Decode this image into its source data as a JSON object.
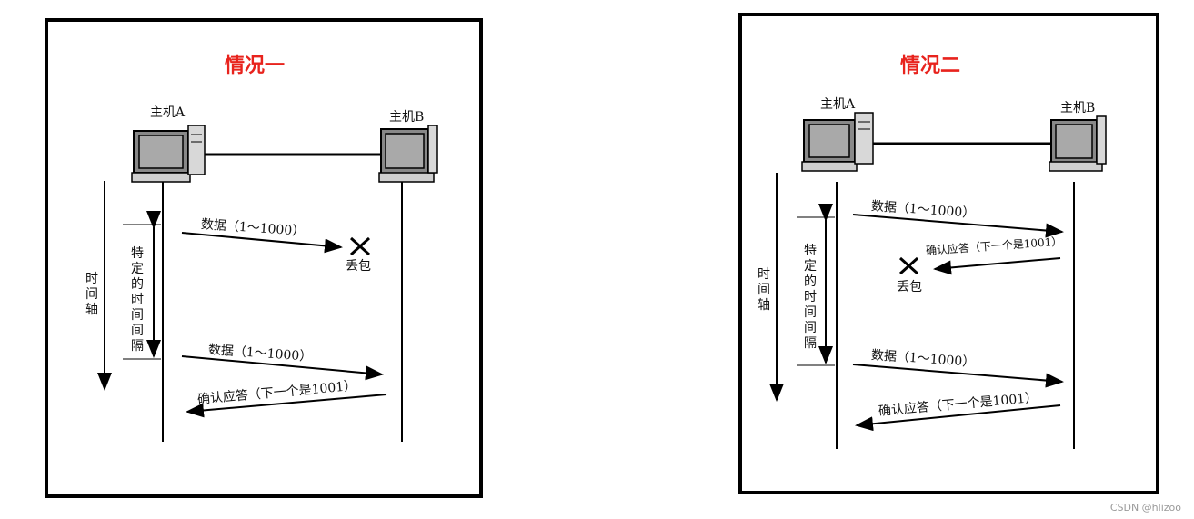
{
  "panels": [
    {
      "title": "情况一",
      "host_a": "主机A",
      "host_b": "主机B",
      "time_axis": "时间轴",
      "interval": "特定的时间间隔",
      "msg_data_1": "数据（1～1000）",
      "lost": "丢包",
      "msg_data_2": "数据（1～1000）",
      "ack": "确认应答（下一个是1001）"
    },
    {
      "title": "情况二",
      "host_a": "主机A",
      "host_b": "主机B",
      "time_axis": "时间轴",
      "interval": "特定的时间间隔",
      "msg_data_1": "数据（1～1000）",
      "ack_lost": "确认应答（下一个是1001）",
      "lost": "丢包",
      "msg_data_2": "数据（1～1000）",
      "ack": "确认应答（下一个是1001）"
    }
  ],
  "watermark": "CSDN @hlizoo"
}
